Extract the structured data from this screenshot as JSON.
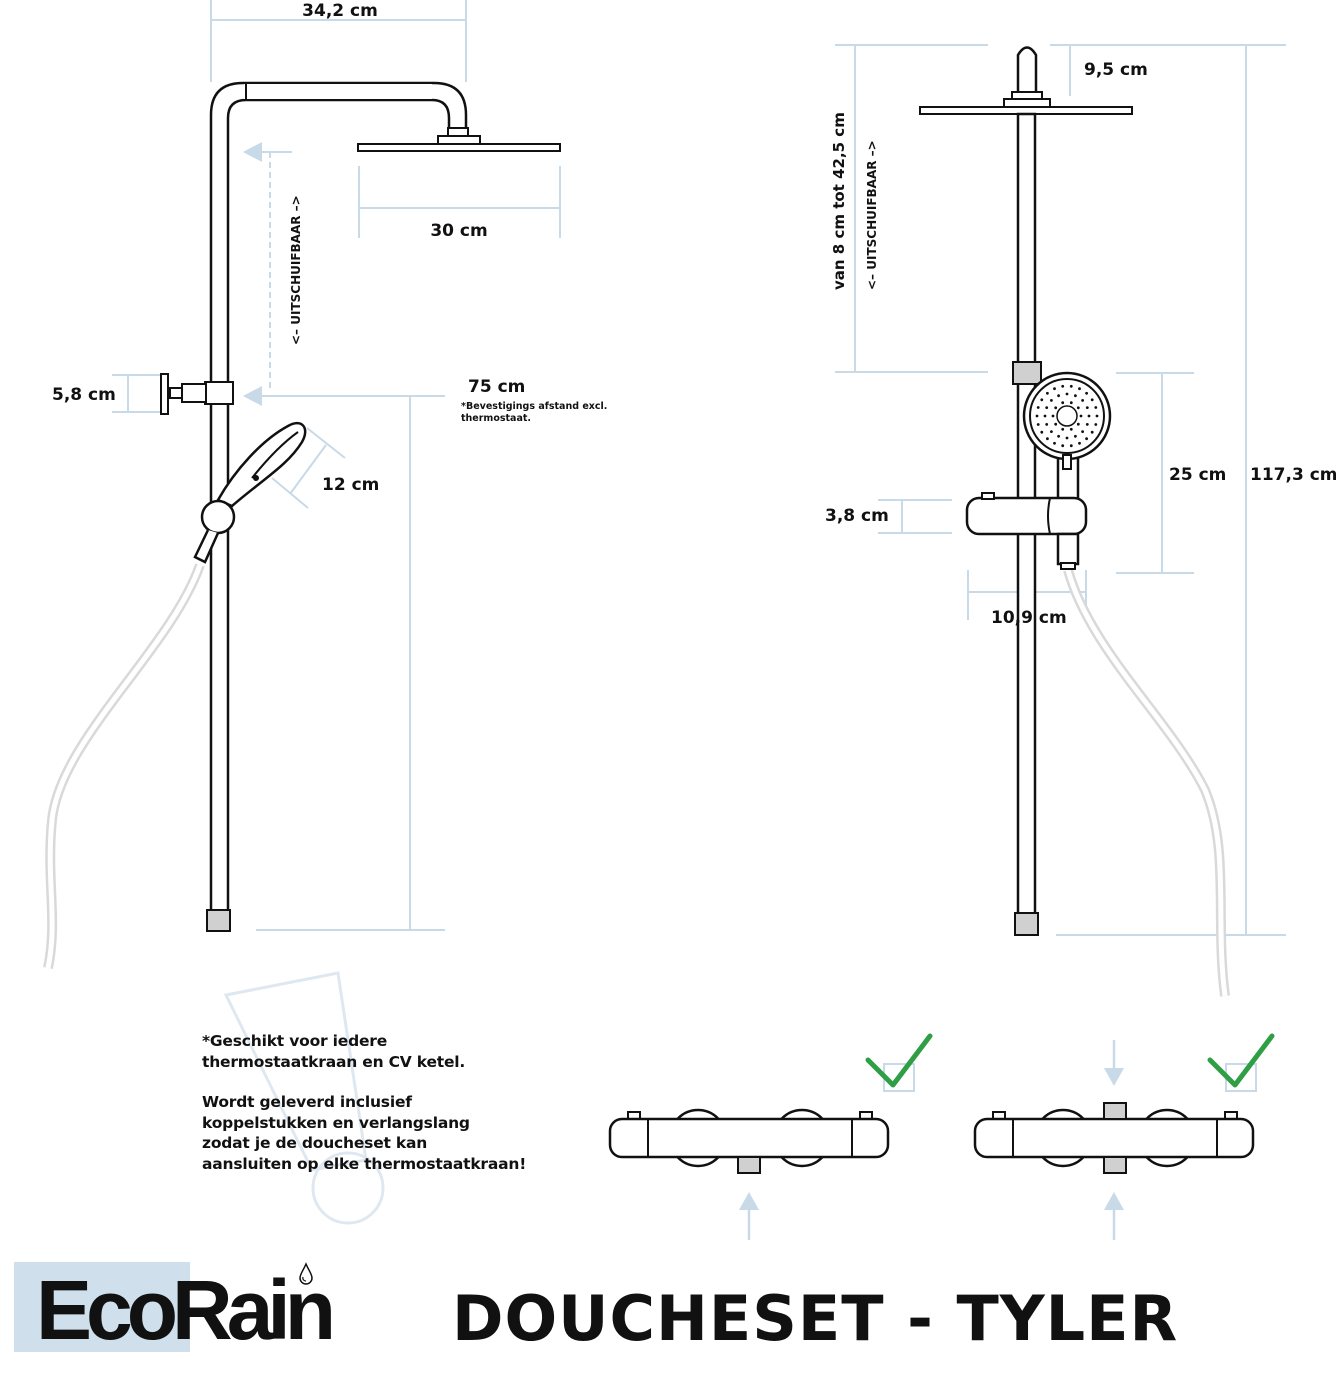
{
  "side_view": {
    "width_top": "34,2 cm",
    "head_width": "30 cm",
    "slide_label": "<– UITSCHUIFBAAR –>",
    "wall_depth": "5,8 cm",
    "fix_distance": "75 cm",
    "fix_note_line1": "*Bevestigings afstand excl.",
    "fix_note_line2": "thermostaat.",
    "hand_width": "12 cm"
  },
  "front_view": {
    "head_height": "9,5 cm",
    "range_label": "van 8 cm tot 42,5 cm",
    "slide_label": "<– UITSCHUIFBAAR –>",
    "hand_height": "25 cm",
    "total_height": "117,3 cm",
    "valve_height": "3,8 cm",
    "valve_width": "10,9 cm"
  },
  "note": {
    "line1": "*Geschikt voor iedere",
    "line2": "thermostaatkraan en CV ketel.",
    "line3": "Wordt geleverd inclusief",
    "line4": "koppelstukken en verlangslang",
    "line5": "zodat je de doucheset kan",
    "line6": "aansluiten op elke thermostaatkraan!"
  },
  "brand": {
    "logo": "EcoRain"
  },
  "product": {
    "title": "DOUCHESET - TYLER"
  },
  "colors": {
    "dimension": "#c8d9e8",
    "outline": "#111111",
    "check": "#2f9e44",
    "hose": "#dedede",
    "brand_box": "#cfe0ec"
  }
}
